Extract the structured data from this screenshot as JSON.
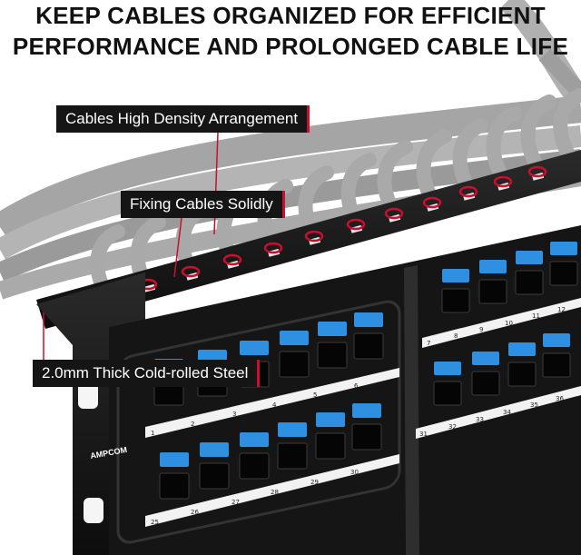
{
  "headline": {
    "line1": "KEEP CABLES ORGANIZED FOR EFFICIENT",
    "line2": "PERFORMANCE AND PROLONGED CABLE LIFE"
  },
  "callouts": {
    "density": "Cables High Density Arrangement",
    "fixing": "Fixing Cables Solidly",
    "steel": "2.0mm Thick Cold-rolled Steel"
  },
  "brand": {
    "logo": "AMPCOM"
  },
  "port_numbers": {
    "left_top": [
      "1",
      "2",
      "3",
      "4",
      "5",
      "6"
    ],
    "left_bottom": [
      "25",
      "26",
      "27",
      "28",
      "29",
      "30"
    ],
    "right_top": [
      "7",
      "8",
      "9",
      "10",
      "11",
      "12"
    ],
    "right_bottom": [
      "31",
      "32",
      "33",
      "34",
      "35",
      "36"
    ]
  },
  "colors": {
    "accent_red": "#c8102e",
    "panel_black": "#141414",
    "cable_gray": "#9a9a9a",
    "jack_blue": "#2f8fe0",
    "label_white": "#f2f2f2"
  },
  "icons": {
    "cable_tie": "red-ring",
    "rack_hole": "mounting-slot"
  }
}
